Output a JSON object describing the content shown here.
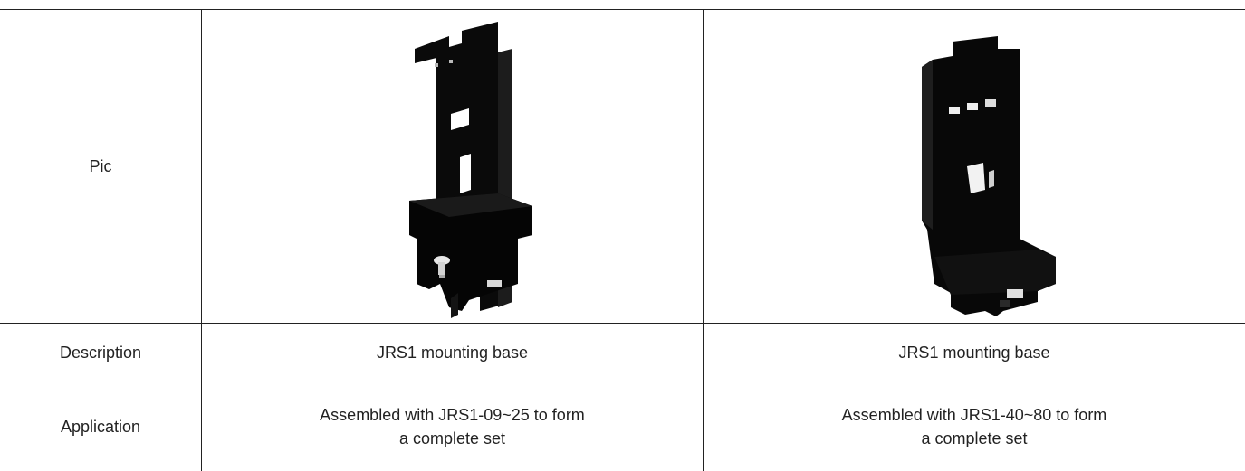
{
  "table": {
    "rows": [
      {
        "label": "Pic",
        "cells": [
          "jrs1-09-25-mounting-base",
          "jrs1-40-80-mounting-base"
        ]
      },
      {
        "label": "Description",
        "cells": [
          "JRS1 mounting base",
          "JRS1 mounting base"
        ]
      },
      {
        "label": "Application",
        "cells": [
          [
            "Assembled with JRS1-09~25 to form",
            "a complete set"
          ],
          [
            "Assembled with JRS1-40~80 to form",
            "a complete set"
          ]
        ]
      }
    ]
  }
}
